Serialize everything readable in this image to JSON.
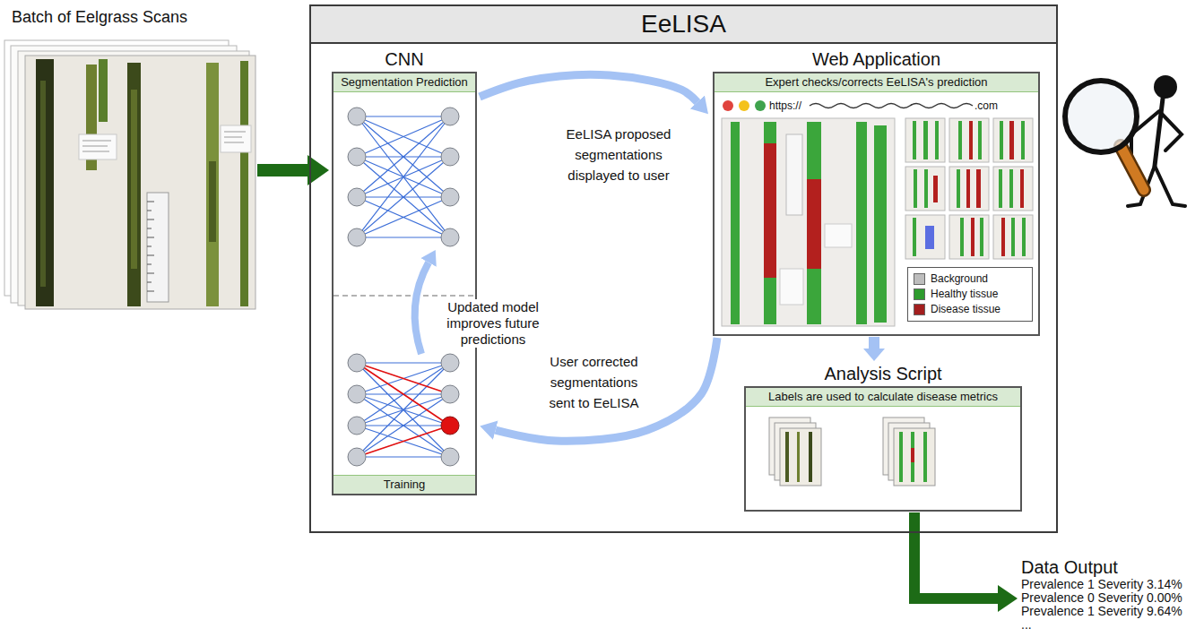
{
  "diagram": {
    "nodes": [
      {
        "text": [
          "Batch of Eelgrass Scans"
        ]
      },
      {
        "text": [
          "EeLISA"
        ]
      },
      {
        "text": [
          "CNN",
          "Segmentation Prediction",
          "Training"
        ],
        "in": 1
      },
      {
        "text": [
          "Web Application",
          "Expert checks/corrects EeLISA's prediction"
        ],
        "in": 1
      },
      {
        "text": [
          "Analysis Script",
          "Labels are used to calculate disease metrics"
        ],
        "in": 1
      },
      {
        "text": [
          "Data Output",
          "Prevalence 1 Severity 3.14%",
          "Prevalence 0 Severity 0.00%",
          "Prevalence 1 Severity 9.64%",
          "..."
        ]
      }
    ],
    "edges": [
      {
        "from": 0,
        "to": 2,
        "arrow": "to"
      },
      {
        "from": 2,
        "to": 3,
        "label": "EeLISA proposed segmentations displayed to user",
        "arrow": "to"
      },
      {
        "from": 3,
        "to": 2,
        "label": "User corrected segmentations sent to EeLISA",
        "arrow": "to"
      },
      {
        "from": 3,
        "to": 4,
        "arrow": "to"
      },
      {
        "from": 4,
        "to": 5,
        "arrow": "to"
      }
    ],
    "labels": [
      "Updated model improves future predictions",
      "https://",
      ".com"
    ],
    "legend": [
      {
        "text": "Background",
        "color": "#bdbdbd"
      },
      {
        "text": "Healthy tissue",
        "color": "#2e9b2e"
      },
      {
        "text": "Disease tissue",
        "color": "#a31f1f"
      }
    ]
  }
}
